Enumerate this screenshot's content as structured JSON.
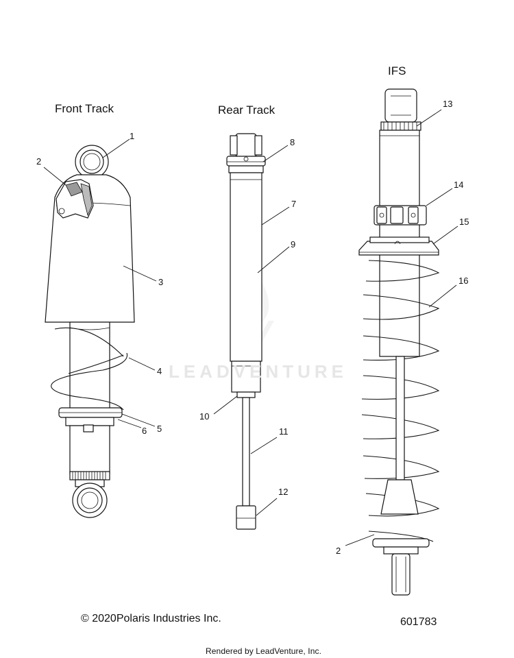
{
  "titles": {
    "front": "Front Track",
    "rear": "Rear Track",
    "ifs": "IFS"
  },
  "callouts": [
    {
      "id": "c1",
      "text": "1"
    },
    {
      "id": "c2a",
      "text": "2"
    },
    {
      "id": "c3",
      "text": "3"
    },
    {
      "id": "c4",
      "text": "4"
    },
    {
      "id": "c5",
      "text": "5"
    },
    {
      "id": "c6",
      "text": "6"
    },
    {
      "id": "c8",
      "text": "8"
    },
    {
      "id": "c7",
      "text": "7"
    },
    {
      "id": "c9",
      "text": "9"
    },
    {
      "id": "c10",
      "text": "10"
    },
    {
      "id": "c11",
      "text": "11"
    },
    {
      "id": "c12",
      "text": "12"
    },
    {
      "id": "c13",
      "text": "13"
    },
    {
      "id": "c14",
      "text": "14"
    },
    {
      "id": "c15",
      "text": "15"
    },
    {
      "id": "c16",
      "text": "16"
    },
    {
      "id": "c2b",
      "text": "2"
    }
  ],
  "footer": {
    "copyright": "© 2020Polaris Industries Inc.",
    "diagram_number": "601783",
    "rendered_by": "Rendered by LeadVenture, Inc."
  },
  "watermark": {
    "text": "LEADVENTURE"
  }
}
